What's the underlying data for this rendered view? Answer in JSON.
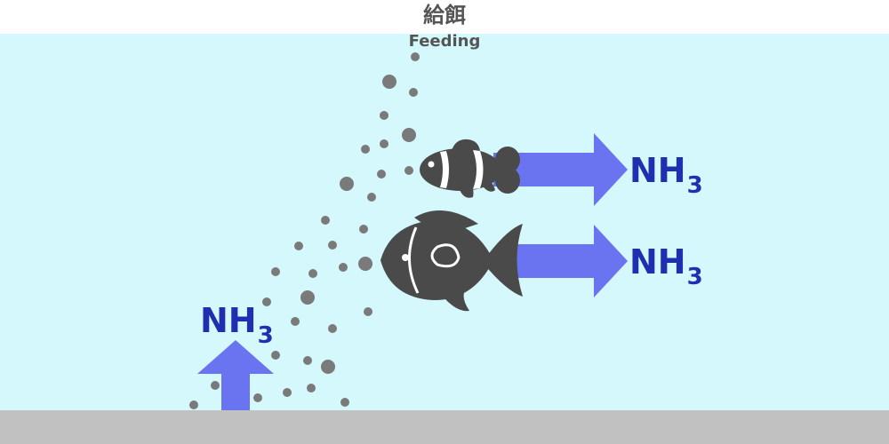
{
  "title": {
    "japanese": "給餌",
    "english": "Feeding"
  },
  "labels": {
    "nh3_clownfish": {
      "main": "NH",
      "sub": "3"
    },
    "nh3_bigfish": {
      "main": "NH",
      "sub": "3"
    },
    "nh3_ground": {
      "main": "NH",
      "sub": "3"
    }
  },
  "colors": {
    "water": "#d4f8fc",
    "ground": "#c1c1c1",
    "arrow": "#6a74f0",
    "nh3_text": "#1e2fb0",
    "fish": "#4a4a4a",
    "feed_pellet": "#7a7a7a",
    "title_text": "#555555"
  },
  "icons": {
    "clownfish": "clownfish-icon",
    "bigfish": "fish-icon",
    "arrow": "arrow-icon",
    "feed": "feed-pellet-icon"
  }
}
